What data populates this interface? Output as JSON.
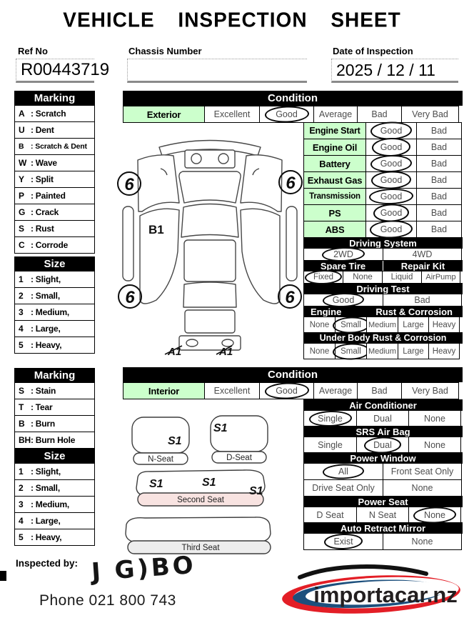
{
  "title": "VEHICLE INSPECTION SHEET",
  "punct": {
    "colon": ":"
  },
  "header": {
    "ref_label": "Ref No",
    "ref_value": "R00443719",
    "chassis_label": "Chassis Number",
    "chassis_value": "",
    "date_label": "Date of Inspection",
    "date_value": "2025 / 12 / 11"
  },
  "legend_exterior": {
    "marking_title": "Marking",
    "marking": [
      {
        "code": "A",
        "label": "Scratch"
      },
      {
        "code": "U",
        "label": "Dent"
      },
      {
        "code": "B",
        "label": "Scratch & Dent"
      },
      {
        "code": "W",
        "label": "Wave"
      },
      {
        "code": "Y",
        "label": "Split"
      },
      {
        "code": "P",
        "label": "Painted"
      },
      {
        "code": "G",
        "label": "Crack"
      },
      {
        "code": "S",
        "label": "Rust"
      },
      {
        "code": "C",
        "label": "Corrode"
      }
    ],
    "size_title": "Size",
    "size": [
      {
        "code": "1",
        "label": "Slight,"
      },
      {
        "code": "2",
        "label": "Small,"
      },
      {
        "code": "3",
        "label": "Medium,"
      },
      {
        "code": "4",
        "label": "Large,"
      },
      {
        "code": "5",
        "label": "Heavy,"
      }
    ]
  },
  "legend_interior": {
    "marking_title": "Marking",
    "marking": [
      {
        "code": "S",
        "label": "Stain"
      },
      {
        "code": "T",
        "label": "Tear"
      },
      {
        "code": "B",
        "label": "Burn"
      },
      {
        "code": "BH",
        "label": "Burn Hole"
      }
    ],
    "size_title": "Size",
    "size": [
      {
        "code": "1",
        "label": "Slight,"
      },
      {
        "code": "2",
        "label": "Small,"
      },
      {
        "code": "3",
        "label": "Medium,"
      },
      {
        "code": "4",
        "label": "Large,"
      },
      {
        "code": "5",
        "label": "Heavy,"
      }
    ]
  },
  "condition_exterior": {
    "title": "Condition",
    "row": "Exterior",
    "options": [
      "Excellent",
      "Good",
      "Average",
      "Bad",
      "Very Bad"
    ],
    "selected": "Good"
  },
  "checks": [
    {
      "label": "Engine Start",
      "good": "Good",
      "bad": "Bad",
      "selected": "Good"
    },
    {
      "label": "Engine Oil",
      "good": "Good",
      "bad": "Bad",
      "selected": "Good"
    },
    {
      "label": "Battery",
      "good": "Good",
      "bad": "Bad",
      "selected": "Good"
    },
    {
      "label": "Exhaust Gas",
      "good": "Good",
      "bad": "Bad",
      "selected": "Good"
    },
    {
      "label": "Transmission",
      "good": "Good",
      "bad": "Bad",
      "selected": "Good"
    },
    {
      "label": "PS",
      "good": "Good",
      "bad": "Bad",
      "selected": "Good"
    },
    {
      "label": "ABS",
      "good": "Good",
      "bad": "Bad",
      "selected": "Good"
    }
  ],
  "driving_system": {
    "title": "Driving System",
    "left": "2WD",
    "right": "4WD",
    "selected": "2WD"
  },
  "tire_kit": {
    "left_title": "Spare Tire",
    "right_title": "Repair Kit",
    "options": [
      "Fixed",
      "None",
      "Liquid",
      "AirPump"
    ],
    "selected": "Fixed"
  },
  "driving_test": {
    "title": "Driving Test",
    "left": "Good",
    "right": "Bad",
    "selected": "Good"
  },
  "engine_rust": {
    "title_left": "Engine",
    "title_right": "Rust & Corrosion",
    "options": [
      "None",
      "Small",
      "Medium",
      "Large",
      "Heavy"
    ],
    "selected": "Small"
  },
  "underbody_rust": {
    "title": "Under Body Rust & Corrosion",
    "options": [
      "None",
      "Small",
      "Medium",
      "Large",
      "Heavy"
    ],
    "selected": "Small"
  },
  "condition_interior": {
    "title": "Condition",
    "row": "Interior",
    "options": [
      "Excellent",
      "Good",
      "Average",
      "Bad",
      "Very Bad"
    ],
    "selected": "Good"
  },
  "air_conditioner": {
    "title": "Air Conditioner",
    "options": [
      "Single",
      "Dual",
      "None"
    ],
    "selected": "Single"
  },
  "srs_air_bag": {
    "title": "SRS Air Bag",
    "options": [
      "Single",
      "Dual",
      "None"
    ],
    "selected": "Dual"
  },
  "power_window": {
    "title": "Power Window",
    "row1": [
      "All",
      "Front Seat Only"
    ],
    "row2": [
      "Drive Seat Only",
      "None"
    ],
    "selected": "All"
  },
  "power_seat": {
    "title": "Power Seat",
    "options": [
      "D Seat",
      "N Seat",
      "None"
    ],
    "selected": "None"
  },
  "auto_retract_mirror": {
    "title": "Auto Retract Mirror",
    "options": [
      "Exist",
      "None"
    ],
    "selected": "Exist"
  },
  "diagram": {
    "wheel_mark": "6",
    "door_mark": "B1",
    "bumper_mark_left": "A1",
    "bumper_mark_right": "A1"
  },
  "seats": {
    "n_seat": {
      "label": "N-Seat",
      "mark": "S1"
    },
    "d_seat": {
      "label": "D-Seat",
      "mark": "S1"
    },
    "second_seat": {
      "label": "Second Seat",
      "mark1": "S1",
      "mark2": "S1",
      "mark3": "S1"
    },
    "third_seat": {
      "label": "Third Seat"
    }
  },
  "footer": {
    "inspected_by": "Inspected by:",
    "signature": "J G)BO",
    "phone": "Phone  021 800 743",
    "logo_text": "importacar.nz"
  },
  "colors": {
    "cell_green": "#ccffcc",
    "seat_pink": "#f8e3e1",
    "seat_gray": "#ededed",
    "logo_red": "#e31e26",
    "logo_blue": "#1c4f7c",
    "header_black": "#000000"
  }
}
